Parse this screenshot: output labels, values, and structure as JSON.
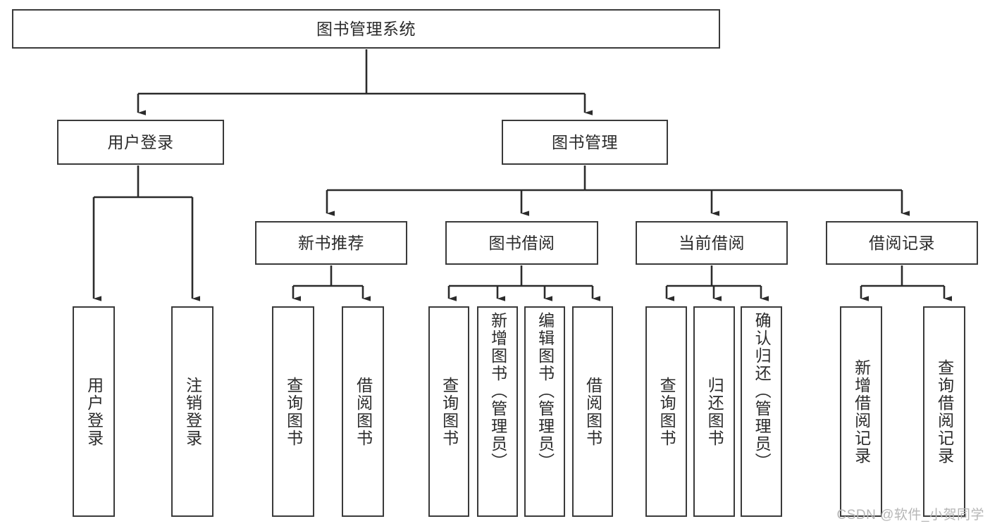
{
  "diagram": {
    "type": "tree-hierarchy-chart",
    "title": "图书管理系统",
    "colors": {
      "box_stroke": "#3a3a3a",
      "box_fill": "#ffffff",
      "text": "#2b2b2b",
      "edge": "#2b2b2b",
      "watermark": "#b6b6b6",
      "background": "#ffffff"
    },
    "root": {
      "label": "图书管理系统"
    },
    "level2": [
      {
        "id": "user-login",
        "label": "用户登录"
      },
      {
        "id": "book-management",
        "label": "图书管理"
      }
    ],
    "level3": [
      {
        "id": "new-book-recommend",
        "label": "新书推荐"
      },
      {
        "id": "book-borrow",
        "label": "图书借阅"
      },
      {
        "id": "current-borrow",
        "label": "当前借阅"
      },
      {
        "id": "borrow-record",
        "label": "借阅记录"
      }
    ],
    "leaves": {
      "user_login": [
        {
          "id": "leaf-user-login",
          "label": "用户登录",
          "align": "center"
        },
        {
          "id": "leaf-user-logout",
          "label": "注销登录",
          "align": "center"
        }
      ],
      "new_book_recommend": [
        {
          "id": "leaf-query-book-1",
          "label": "查询图书",
          "align": "center"
        },
        {
          "id": "leaf-borrow-book-1",
          "label": "借阅图书",
          "align": "center"
        }
      ],
      "book_borrow": [
        {
          "id": "leaf-query-book-2",
          "label": "查询图书",
          "align": "center"
        },
        {
          "id": "leaf-add-book",
          "label": "新增图书（管理员）",
          "align": "top"
        },
        {
          "id": "leaf-edit-book",
          "label": "编辑图书（管理员）",
          "align": "top"
        },
        {
          "id": "leaf-borrow-book-2",
          "label": "借阅图书",
          "align": "center"
        }
      ],
      "current_borrow": [
        {
          "id": "leaf-query-book-3",
          "label": "查询图书",
          "align": "center"
        },
        {
          "id": "leaf-return-book",
          "label": "归还图书",
          "align": "center"
        },
        {
          "id": "leaf-confirm-return",
          "label": "确认归还（管理员）",
          "align": "top"
        }
      ],
      "borrow_record": [
        {
          "id": "leaf-add-record",
          "label": "新增借阅记录",
          "align": "center"
        },
        {
          "id": "leaf-query-record",
          "label": "查询借阅记录",
          "align": "center"
        }
      ]
    },
    "watermark": "CSDN @软件_小贺同学"
  }
}
